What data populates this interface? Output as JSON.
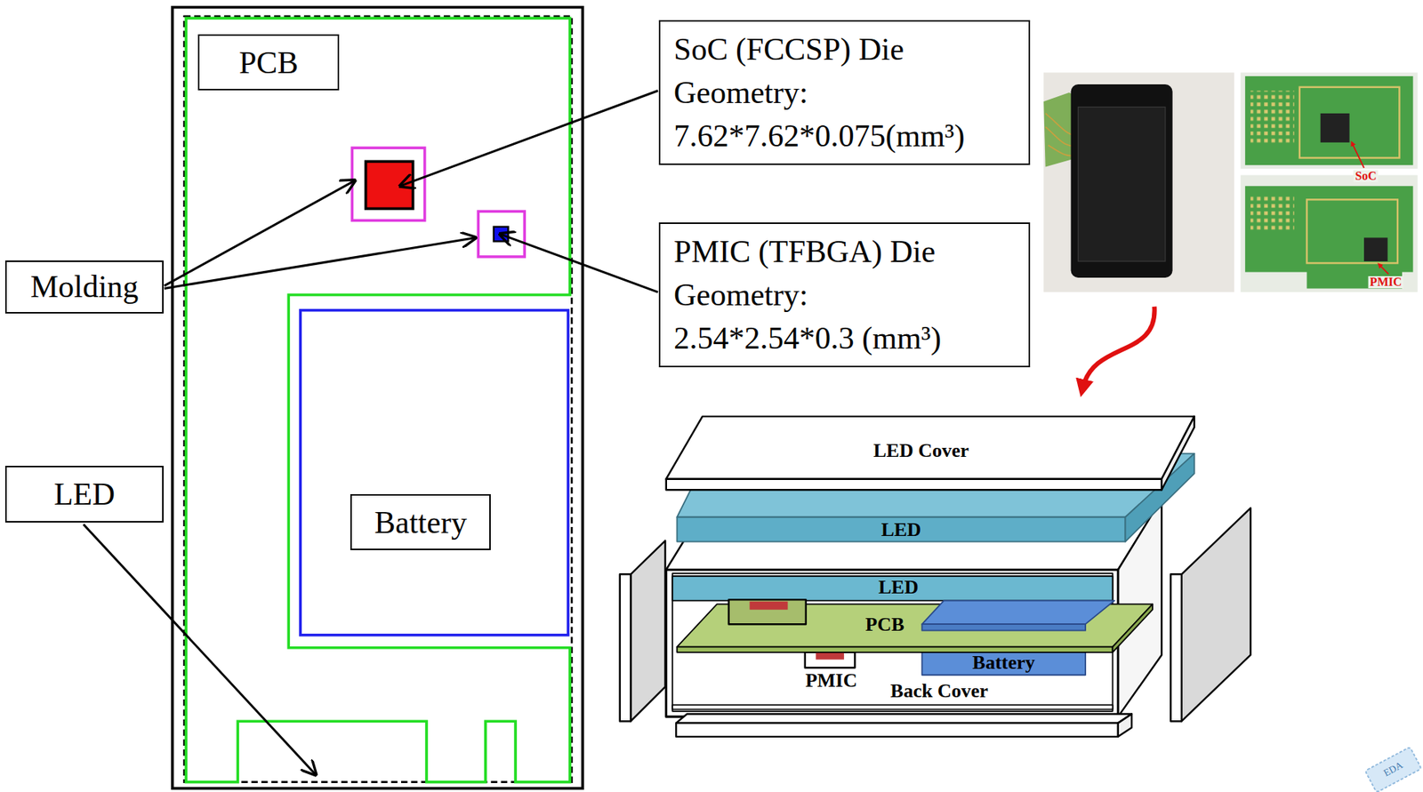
{
  "diagram": {
    "nodes": [
      {
        "text": [
          "SoC (FCCSP) Die Geometry: 7.62*7.62*0.075(mm³)"
        ]
      },
      {
        "text": [
          "PCB"
        ]
      },
      {
        "text": [
          "PMIC (TFBGA) Die Geometry: 2.54*2.54*0.3 (mm³)"
        ]
      },
      {
        "text": [
          "Molding"
        ]
      },
      {
        "text": [
          "LED"
        ]
      },
      {
        "text": [
          "Battery"
        ]
      }
    ],
    "labels": [
      "SoC",
      "PMIC",
      "LED Cover",
      "LED",
      "LED",
      "PCB",
      "Battery",
      "PMIC",
      "Back Cover",
      "EDA"
    ]
  }
}
